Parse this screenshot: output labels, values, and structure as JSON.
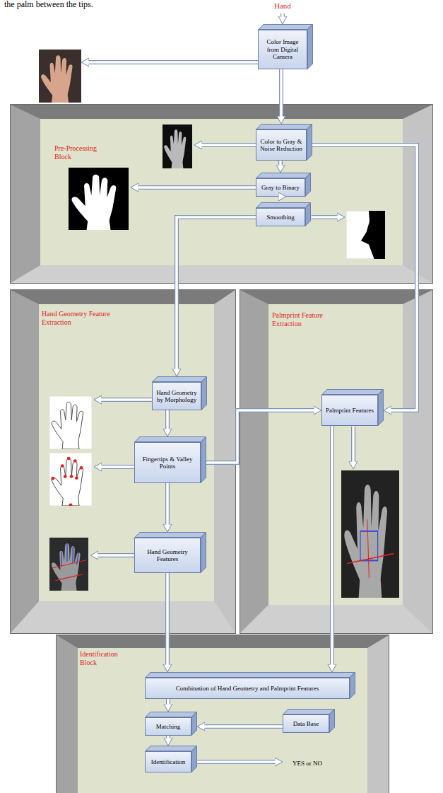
{
  "diagram": {
    "nodes": [
      {
        "text": [
          "Color Image from Digital Camera"
        ]
      },
      {
        "text": [
          "Pre-Processing Block"
        ]
      },
      {
        "text": [
          "Color to Gray & Noise Reduction"
        ],
        "in": 1
      },
      {
        "text": [
          "Gray to Binary"
        ],
        "in": 1
      },
      {
        "text": [
          "Smoothing"
        ],
        "in": 1
      },
      {
        "text": [
          "Hand Geometry Feature Extraction"
        ]
      },
      {
        "text": [
          "Hand Geometry by Morphology"
        ],
        "in": 5
      },
      {
        "text": [
          "Fingertips & Valley Points"
        ],
        "in": 5
      },
      {
        "text": [
          "Hand Geometry Features"
        ],
        "in": 5
      },
      {
        "text": [
          "Palmprint Feature Extraction"
        ]
      },
      {
        "text": [
          "Palmprint Features"
        ],
        "in": 9
      },
      {
        "text": [
          "Identification Block"
        ]
      },
      {
        "text": [
          "Combination of Hand Geometry and Palmprint Features"
        ],
        "in": 11
      },
      {
        "text": [
          "Matching"
        ],
        "in": 11
      },
      {
        "text": [
          "Data Base"
        ],
        "in": 11
      },
      {
        "text": [
          "Identification"
        ],
        "in": 11
      },
      {
        "text": [
          "YES or NO"
        ],
        "in": 11
      }
    ],
    "edges": [
      {
        "from": 0,
        "to": 2,
        "arrow": "to"
      },
      {
        "from": 2,
        "to": 3,
        "arrow": "to"
      },
      {
        "from": 3,
        "to": 4,
        "arrow": "to"
      },
      {
        "from": 4,
        "to": 6,
        "arrow": "to"
      },
      {
        "from": 2,
        "to": 10,
        "arrow": "to"
      },
      {
        "from": 6,
        "to": 7,
        "arrow": "to"
      },
      {
        "from": 7,
        "to": 8,
        "arrow": "to"
      },
      {
        "from": 7,
        "to": 10,
        "arrow": "to"
      },
      {
        "from": 8,
        "to": 12,
        "arrow": "to"
      },
      {
        "from": 10,
        "to": 12,
        "arrow": "to"
      },
      {
        "from": 12,
        "to": 13,
        "arrow": "to"
      },
      {
        "from": 14,
        "to": 13,
        "arrow": "to"
      },
      {
        "from": 13,
        "to": 15,
        "arrow": "to"
      },
      {
        "from": 15,
        "to": 16,
        "arrow": "to"
      }
    ],
    "labels": [
      "the palm between the tips.",
      "Hand"
    ]
  }
}
